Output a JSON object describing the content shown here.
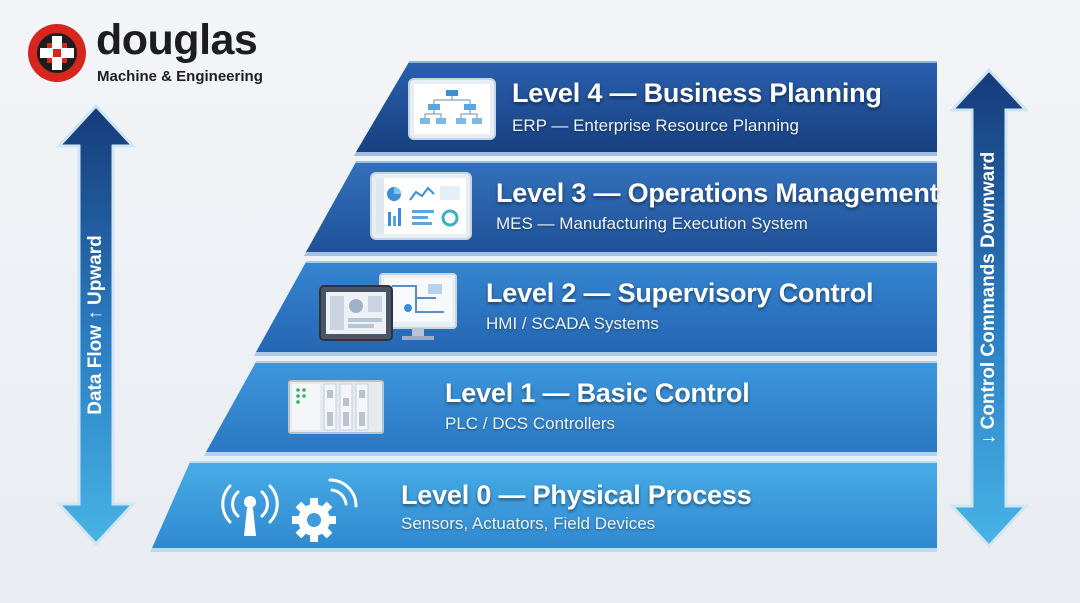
{
  "brand": {
    "name": "douglas",
    "tagline": "Machine & Engineering",
    "colors": {
      "red": "#d7261e",
      "dark": "#1d1d1f"
    }
  },
  "arrows": {
    "left_label": "Data Flow ↑ Upward",
    "right_label": "↓ Control Commands Downward"
  },
  "levels": [
    {
      "title": "Level 4 — Business Planning",
      "subtitle": "ERP — Enterprise Resource Planning",
      "icon": "org-chart-monitor-icon",
      "color": "#1f4f9a"
    },
    {
      "title": "Level 3 — Operations Management",
      "subtitle": "MES — Manufacturing Execution System",
      "icon": "dashboard-monitor-icon",
      "color": "#2563ad"
    },
    {
      "title": "Level 2 — Supervisory Control",
      "subtitle": "HMI / SCADA Systems",
      "icon": "hmi-scada-screens-icon",
      "color": "#2b77c2"
    },
    {
      "title": "Level 1 — Basic Control",
      "subtitle": "PLC / DCS Controllers",
      "icon": "plc-rack-icon",
      "color": "#318bd3"
    },
    {
      "title": "Level 0 — Physical Process",
      "subtitle": "Sensors, Actuators, Field Devices",
      "icon": "sensor-gear-icon",
      "color": "#3aa0e0"
    }
  ]
}
